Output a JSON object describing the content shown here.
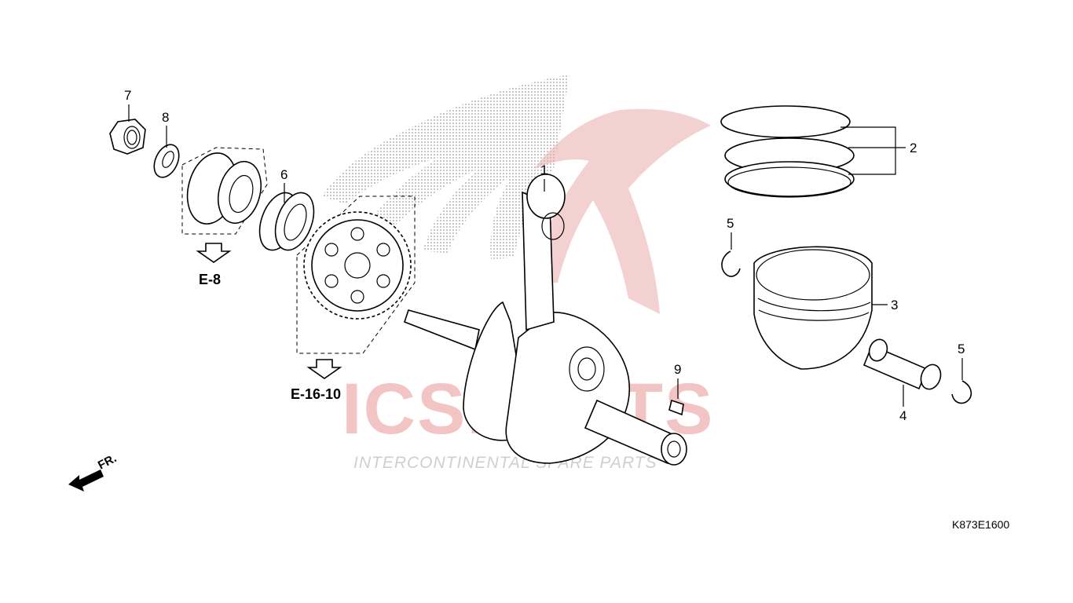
{
  "watermark": {
    "brand": "ICSPARTS",
    "brand_accent_color": "#e03a3a",
    "brand_gray_color": "#a8a8a8",
    "tagline": "INTERCONTINENTAL SPARE PARTS",
    "logo": "wing-logo"
  },
  "callouts": [
    {
      "id": "1",
      "label": "1"
    },
    {
      "id": "2",
      "label": "2"
    },
    {
      "id": "3",
      "label": "3"
    },
    {
      "id": "4",
      "label": "4"
    },
    {
      "id": "5a",
      "label": "5"
    },
    {
      "id": "5b",
      "label": "5"
    },
    {
      "id": "6",
      "label": "6"
    },
    {
      "id": "7",
      "label": "7"
    },
    {
      "id": "8",
      "label": "8"
    },
    {
      "id": "9",
      "label": "9"
    }
  ],
  "references": [
    {
      "id": "e8",
      "label": "E-8"
    },
    {
      "id": "e1610",
      "label": "E-16-10"
    }
  ],
  "direction_label": "FR.",
  "diagram_code": "K873E1600"
}
